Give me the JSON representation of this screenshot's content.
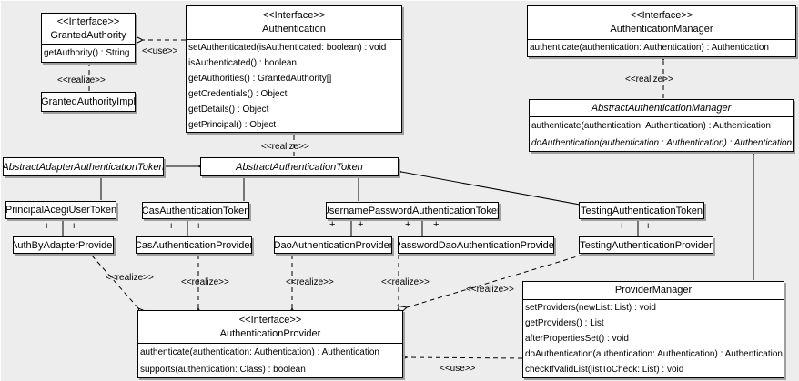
{
  "diagram": {
    "background_color": "#ededed",
    "box_fill": "#ffffff",
    "line_color": "#000000",
    "shadow_color": "#9f9f9f"
  },
  "classes": {
    "granted_authority": {
      "stereotype": "<<Interface>>",
      "name": "GrantedAuthority",
      "methods": [
        "getAuthority() : String"
      ]
    },
    "granted_authority_impl": {
      "name": "GrantedAuthorityImpl"
    },
    "authentication": {
      "stereotype": "<<Interface>>",
      "name": "Authentication",
      "methods": [
        "setAuthenticated(isAuthenticated: boolean) : void",
        "isAuthenticated() : boolean",
        "getAuthorities() : GrantedAuthority[]",
        "getCredentials() : Object",
        "getDetails() : Object",
        "getPrincipal() : Object"
      ]
    },
    "authentication_manager": {
      "stereotype": "<<Interface>>",
      "name": "AuthenticationManager",
      "methods": [
        "authenticate(authentication: Authentication) : Authentication"
      ]
    },
    "abstract_authentication_manager": {
      "name": "AbstractAuthenticationManager",
      "methods": [
        "authenticate(authentication: Authentication) : Authentication",
        "doAuthentication(authentication : Authentication) : Authentication"
      ]
    },
    "abstract_adapter_authentication_token": {
      "name": "AbstractAdapterAuthenticationToken"
    },
    "abstract_authentication_token": {
      "name": "AbstractAuthenticationToken"
    },
    "principal_acegi_user_token": {
      "name": "PrincipalAcegiUserToken"
    },
    "cas_authentication_token": {
      "name": "CasAuthenticationToken"
    },
    "username_password_authentication_token": {
      "name": "UsernamePasswordAuthenticationToken"
    },
    "testing_authentication_token": {
      "name": "TestingAuthenticationToken"
    },
    "auth_by_adapter_provider": {
      "name": "AuthByAdapterProvider"
    },
    "cas_authentication_provider": {
      "name": "CasAuthenticationProvider"
    },
    "dao_authentication_provider": {
      "name": "DaoAuthenticationProvider"
    },
    "password_dao_authentication_provider": {
      "name": "PasswordDaoAuthenticationProvider"
    },
    "testing_authentication_provider": {
      "name": "TestingAuthenticationProvider"
    },
    "authentication_provider": {
      "stereotype": "<<Interface>>",
      "name": "AuthenticationProvider",
      "methods": [
        "authenticate(authentication: Authentication) : Authentication",
        "supports(authentication: Class) : boolean"
      ]
    },
    "provider_manager": {
      "name": "ProviderManager",
      "methods": [
        "setProviders(newList: List) : void",
        "getProviders() : List",
        "afterPropertiesSet() : void",
        "doAuthentication(authentication: Authentication) : Authentication",
        "checkIfValidList(listToCheck: List) : void"
      ]
    }
  },
  "edge_labels": {
    "use_top": "<<use>>",
    "use_bottom": "<<use>>",
    "realize_granted_authority": "<<realize>>",
    "realize_authentication_manager": "<<realize>>",
    "realize_authentication_token": "<<realize>>",
    "realize_auth_by_adapter": "<<realize>>",
    "realize_cas": "<<realize>>",
    "realize_dao": "<<realize>>",
    "realize_password_dao": "<<realize>>",
    "realize_testing": "<<realize>>"
  },
  "plus": "+"
}
